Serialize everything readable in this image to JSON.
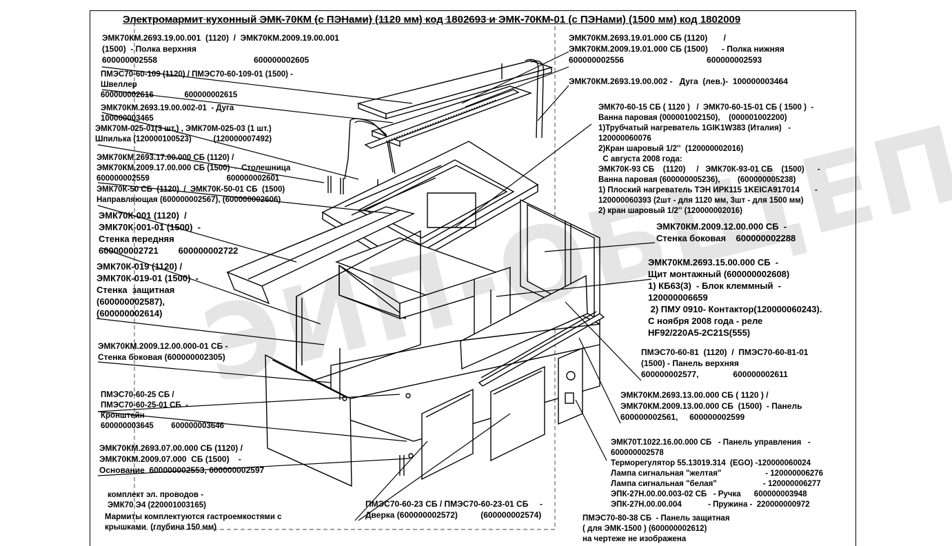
{
  "title": "Электромармит кухонный ЭМК-70КМ (с ПЭНами) (1120 мм) код 1802693 и ЭМК-70КМ-01 (с ПЭНами) (1500 мм) код 1802009",
  "watermark": "ЭИП-ОБЩЕПИТ",
  "labels": {
    "shelf_top": [
      "ЭМК70КМ.2693.19.00.001  (1120)  /  ЭМК70КМ.2009.19.00.001",
      "(1500)  - Полка верхняя",
      "600000002558                                          600000002605"
    ],
    "channel": [
      "ПМЭС70-60-109 (1120) / ПМЭС70-60-109-01 (1500) -",
      "Швеллер",
      "600000002616              600000002615"
    ],
    "arc_right": [
      "ЭМК70КМ.2693.19.00.002-01  - Дуга",
      "100000003465"
    ],
    "stud": [
      "ЭМК70М-025-01(3 шт.) , ЭМК70М-025-03 (1 шт.)",
      "Шпилька (120000100523)          (120000007492)"
    ],
    "table_top": [
      "ЭМК70КМ.2693.17.00.000 СБ (1120) /",
      "ЭМК70КМ.2009.17.00.000 СБ (1500)  -  Столешница",
      "600000002559                                   600000002601"
    ],
    "guide": [
      "ЭМК70К-50 СБ  (1120)  /  ЭМК70К-50-01 СБ  (1500)",
      "Направляющая (600000002567), (600000002606)"
    ],
    "front_wall": [
      "ЭМК70К-001 (1120)  /",
      "ЭМК70К-001-01 (1500)  -",
      "Стенка передняя",
      "600000002721        600000002722"
    ],
    "protect_wall": [
      "ЭМК70К-019 (1120) /",
      "ЭМК70К-019-01 (1500)  -",
      "Стенка  защитная",
      "(600000002587),",
      "(600000002614)"
    ],
    "side_wall_left": [
      "ЭМК70КМ.2009.12.00.000-01 СБ -",
      "Стенка боковая (600000002305)"
    ],
    "bracket": [
      "ПМЭС70-60-25 СБ /",
      "ПМЭС70-60-25-01 СБ  -",
      "Кронштейн",
      "600000003645        600000003646"
    ],
    "base": [
      "ЭМК70КМ.2693.07.00.000 СБ (1120) /",
      "ЭМК70КМ.2009.07.000  СБ (1500)    -",
      "Основание  600000002553, 600000002597"
    ],
    "wires": [
      "комплект эл. проводов -",
      "ЭМК70 Э4 (220001003165)"
    ],
    "note": [
      "Мармиты комплектуются гастроемкостями с",
      "крышками  (глубина 150 мм)"
    ],
    "shelf_bottom": [
      "ЭМК70КМ.2693.19.01.000 СБ (1120)       /",
      "ЭМК70КМ.2009.19.01.000 СБ (1500)      - Полка нижняя",
      "600000002556                                    600000002593"
    ],
    "arc_left": [
      "ЭМК70КМ.2693.19.00.002 -   Дуга  (лев.)-  100000003464"
    ],
    "steam_bath": [
      "ЭМК70-60-15 СБ ( 1120 )   /  ЭМК70-60-15-01 СБ ( 1500 )  -",
      "Ванна паровая (000001002150),    (000001002200)",
      "1)Трубчатый нагреватель 1GIK1W383 (Италия)   -",
      "120000060076",
      "2)Кран шаровый 1/2''  (120000002016)",
      "  С августа 2008 года:",
      "ЭМК70К-93 СБ    (1120)     /   ЭМК70К-93-01 СБ    (1500)      -",
      "Ванна паровая (600000005236),        (600000005238)",
      "1) Плоский нагреватель ТЭН ИРК115 1KEICA917014       -",
      "120000060393 (2шт - для 1120 мм, 3шт - для 1500 мм)",
      "2) кран шаровый 1/2'' (120000002016)"
    ],
    "side_wall_right": [
      "ЭМК70КМ.2009.12.00.000 СБ  -",
      "Стенка боковая    600000002288"
    ],
    "mount_panel": [
      "ЭМК70КМ.2693.15.00.000 СБ  -",
      "Щит монтажный (600000002608)",
      "1) КБ63(3)  - Блок клеммный  -",
      "120000006659",
      " 2) ПМУ 0910- Контактор(120000060243).",
      "С ноября 2008 года - реле",
      "HF92/220A5-2C21S(555)"
    ],
    "top_panel": [
      "ПМЭС70-60-81  (1120)  /  ПМЭС70-60-81-01",
      "(1500) - Панель верхняя",
      "600000002577,               600000002611"
    ],
    "panel": [
      "ЭМК70КМ.2693.13.00.000 СБ ( 1120 ) /",
      "ЭМК70КМ.2009.13.00.000 СБ  (1500)  - Панель",
      "600000002561,     600000002599"
    ],
    "control_panel": [
      "ЭМК70Т.1022.16.00.000 СБ   - Панель управления   -",
      "600000002578",
      "Терморегулятор 55.13019.314  (EGO) -120000060024",
      "Лампа сигнальная \"желтая\"                    - 120000006276",
      "Лампа сигнальная \"белая\"                     - 120000006277",
      "ЭПК-27Н.00.00.003-02 СБ   - Ручка      600000003948",
      "ЭПК-27Н.00.00.004            - Пружина -  220000000972"
    ],
    "door": [
      "ПМЭС70-60-23 СБ / ПМЭС70-60-23-01 СБ     -",
      "Дверка (600000002572)          (600000002574)"
    ],
    "protect_panel": [
      "ПМЭС70-80-38 СБ  - Панель защитная",
      "( для ЭМК-1500 ) (600000002612)",
      "на чертеже не изображена"
    ]
  }
}
